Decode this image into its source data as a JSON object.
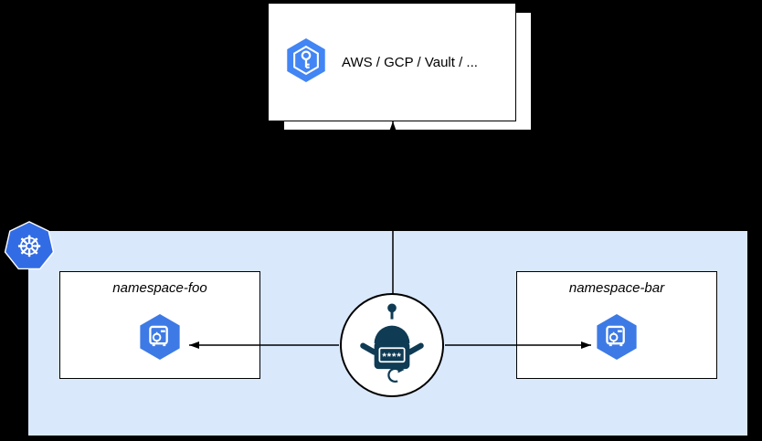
{
  "diagram": {
    "provider": {
      "label": "AWS / GCP / Vault / ..."
    },
    "cluster": {
      "namespaces": [
        {
          "label": "namespace-foo"
        },
        {
          "label": "namespace-bar"
        }
      ],
      "operator": {
        "password_text": "****"
      }
    },
    "icons": {
      "kms": "kms-key-hexagon-icon",
      "kubernetes": "kubernetes-helm-wheel-icon",
      "kubernetes_wheel_glyph": "☸",
      "secret": "secret-safe-hexagon-icon",
      "operator_robot": "external-secrets-robot-icon"
    },
    "colors": {
      "background": "#000000",
      "cluster_fill": "#dae8fc",
      "kubernetes_blue": "#326ce5",
      "kms_blue": "#4285f4",
      "secret_blue": "#3d7ae5",
      "robot_navy": "#0f3b54",
      "box_fill": "#ffffff",
      "line": "#000000"
    }
  }
}
